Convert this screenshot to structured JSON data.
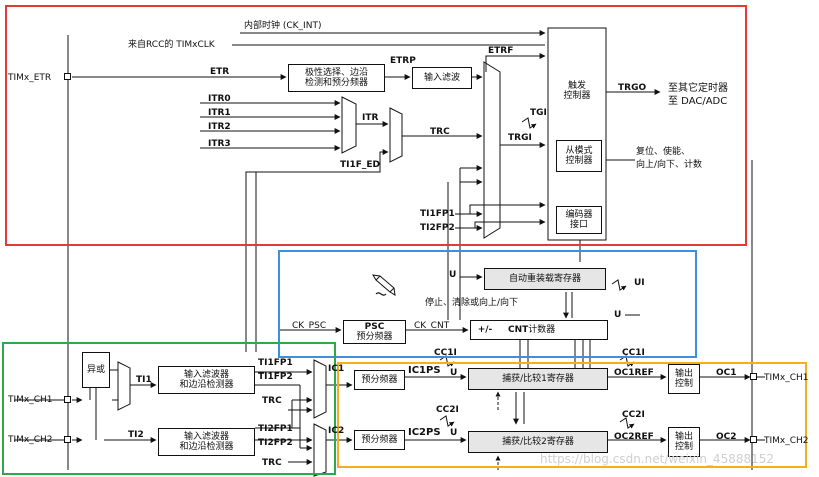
{
  "colors": {
    "red": "#e53935",
    "blue": "#3f8fe0",
    "green": "#2fa84a",
    "yellow": "#f2b01e"
  },
  "labels": {
    "ck_int": "内部时钟 (CK_INT)",
    "tim_clk": "来自RCC的 TIMxCLK",
    "tim_etr": "TIMx_ETR",
    "etr": "ETR",
    "etrp": "ETRP",
    "etrf": "ETRF",
    "itr0": "ITR0",
    "itr1": "ITR1",
    "itr2": "ITR2",
    "itr3": "ITR3",
    "itr": "ITR",
    "trc": "TRC",
    "tgi": "TGI",
    "trgi": "TRGI",
    "ti1f_ed": "TI1F_ED",
    "ti1fp1_top": "TI1FP1",
    "ti2fp2_top": "TI2FP2",
    "trgo": "TRGO",
    "trgo_dest_1": "至其它定时器",
    "trgo_dest_2": "至 DAC/ADC",
    "slave_out_1": "复位、使能、",
    "slave_out_2": "向上/向下、计数",
    "u_arr": "U",
    "ui": "UI",
    "stop_clear": "停止、清除或向上/向下",
    "ck_psc": "CK_PSC",
    "ck_cnt": "CK_CNT",
    "u_cnt": "U",
    "cc1i_top": "CC1I",
    "cc1i_right": "CC1I",
    "cc2i": "CC2I",
    "cc2i_right": "CC2I",
    "tim_ch1": "TIMx_CH1",
    "tim_ch2": "TIMx_CH2",
    "ti1": "TI1",
    "ti2": "TI2",
    "ti1fp1": "TI1FP1",
    "ti1fp2": "TI1FP2",
    "trc_ch1": "TRC",
    "ti2fp1": "TI2FP1",
    "ti2fp2": "TI2FP2",
    "trc_ch2": "TRC",
    "ic1": "IC1",
    "ic2": "IC2",
    "ic1ps": "IC1PS",
    "ic2ps": "IC2PS",
    "u_cc1": "U",
    "u_cc2": "U",
    "oc1ref": "OC1REF",
    "oc2ref": "OC2REF",
    "oc1": "OC1",
    "oc2": "OC2",
    "out_ch1": "TIMx_CH1",
    "out_ch2": "TIMx_CH2"
  },
  "boxes": {
    "polarity_1": "极性选择、边沿",
    "polarity_2": "检测和预分频器",
    "input_filter": "输入滤波",
    "trigger_ctrl_1": "触发",
    "trigger_ctrl_2": "控制器",
    "slave_mode_1": "从模式",
    "slave_mode_2": "控制器",
    "encoder_1": "编码器",
    "encoder_2": "接口",
    "arr": "自动重装载寄存器",
    "psc_1": "PSC",
    "psc_2": "预分频器",
    "cnt_sign": "+/-",
    "cnt_main": "CNT",
    "cnt_suffix": " 计数器",
    "xor": "异或",
    "filter_ch1_1": "输入滤波器",
    "filter_ch1_2": "和边沿检测器",
    "filter_ch2_1": "输入滤波器",
    "filter_ch2_2": "和边沿检测器",
    "prescaler_1": "预分频器",
    "prescaler_2": "预分频器",
    "ccr1": "捕获/比较1寄存器",
    "ccr2": "捕获/比较2寄存器",
    "out_ctrl1_1": "输出",
    "out_ctrl1_2": "控制",
    "out_ctrl2_1": "输出",
    "out_ctrl2_2": "控制"
  },
  "watermark": "https://blog.csdn.net/weixin_45888152",
  "icons": {
    "cursor": "pen-cursor-icon"
  }
}
